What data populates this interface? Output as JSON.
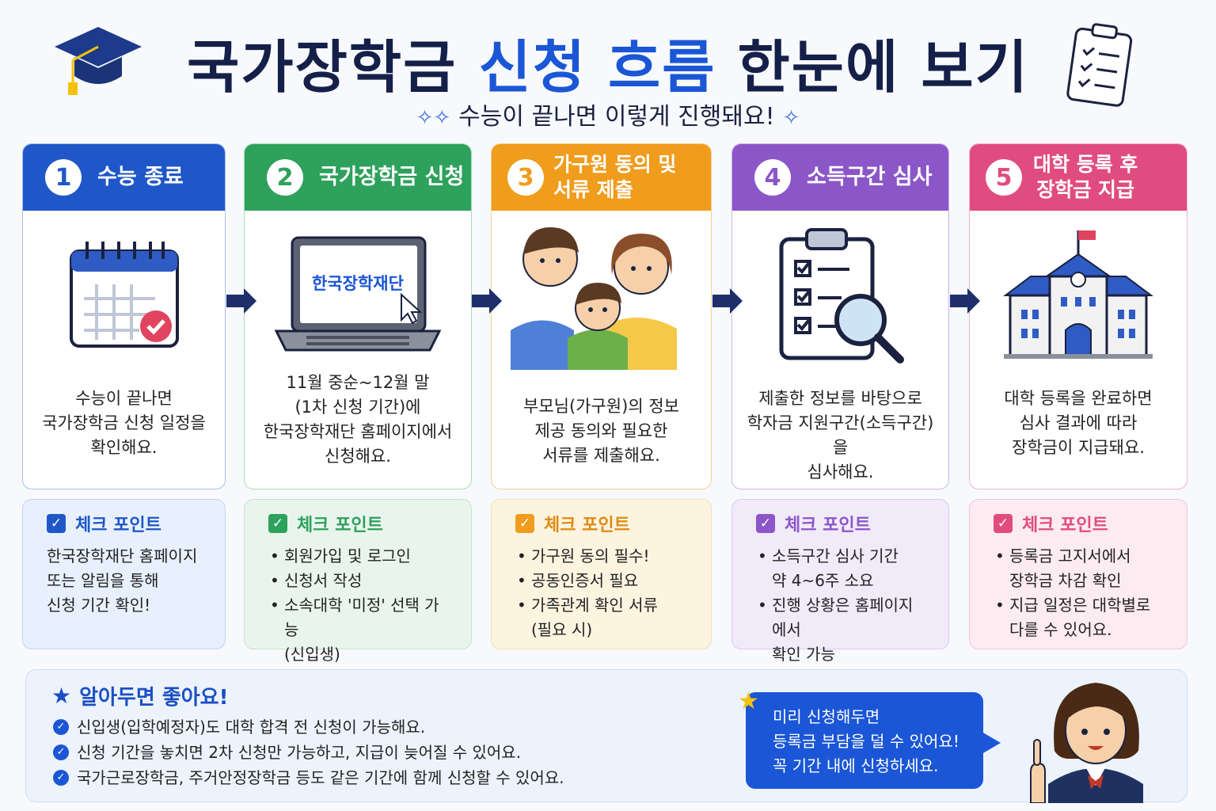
{
  "header": {
    "title_a": "국가장학금 ",
    "title_b": "신청 흐름",
    "title_c": " 한눈에 보기",
    "subtitle": "수능이 끝나면 이렇게 진행돼요!"
  },
  "colors": {
    "step1": "#1f57c8",
    "step2": "#2ea15c",
    "step3": "#f09c1c",
    "step4": "#8b56c8",
    "step5": "#e04c80",
    "check1": "#e7f0fc",
    "check2": "#e9f5ec",
    "check3": "#fdf4e0",
    "check4": "#f1eaf9",
    "check5": "#fcebf1",
    "accent": "#1a56d6"
  },
  "steps": [
    {
      "num": "1",
      "title": "수능 종료",
      "desc": "수능이 끝나면\n국가장학금 신청 일정을\n확인해요.",
      "icon": "calendar-icon"
    },
    {
      "num": "2",
      "title": "국가장학금 신청",
      "desc": "11월 중순~12월 말\n(1차 신청 기간)에\n한국장학재단 홈페이지에서\n신청해요.",
      "icon": "laptop-icon",
      "screen_text": "한국장학재단"
    },
    {
      "num": "3",
      "title": "가구원 동의 및\n서류 제출",
      "desc": "부모님(가구원)의 정보\n제공 동의와 필요한\n서류를 제출해요.",
      "icon": "family-icon"
    },
    {
      "num": "4",
      "title": "소득구간 심사",
      "desc": "제출한 정보를 바탕으로\n학자금 지원구간(소득구간)을\n심사해요.",
      "icon": "clipboard-magnifier-icon"
    },
    {
      "num": "5",
      "title": "대학 등록 후\n장학금 지급",
      "desc": "대학 등록을 완료하면\n심사 결과에 따라\n장학금이 지급돼요.",
      "icon": "school-building-icon"
    }
  ],
  "checkpoints": [
    {
      "title": "체크 포인트",
      "items": [
        "한국장학재단 홈페이지\n또는 알림을 통해\n신청 기간 확인!"
      ],
      "bullets": false
    },
    {
      "title": "체크 포인트",
      "items": [
        "회원가입 및 로그인",
        "신청서 작성",
        "소속대학 '미정' 선택 가능\n(신입생)"
      ],
      "bullets": true
    },
    {
      "title": "체크 포인트",
      "items": [
        "가구원 동의 필수!",
        "공동인증서 필요",
        "가족관계 확인 서류\n(필요 시)"
      ],
      "bullets": true
    },
    {
      "title": "체크 포인트",
      "items": [
        "소득구간 심사 기간\n약 4~6주 소요",
        "진행 상황은 홈페이지에서\n확인 가능"
      ],
      "bullets": true
    },
    {
      "title": "체크 포인트",
      "items": [
        "등록금 고지서에서\n장학금 차감 확인",
        "지급 일정은 대학별로\n다를 수 있어요."
      ],
      "bullets": true
    }
  ],
  "tips": {
    "title": "알아두면 좋아요!",
    "items": [
      "신입생(입학예정자)도 대학 합격 전 신청이 가능해요.",
      "신청 기간을 놓치면 2차 신청만 가능하고, 지급이 늦어질 수 있어요.",
      "국가근로장학금, 주거안정장학금 등도 같은 기간에 함께 신청할 수 있어요."
    ]
  },
  "bubble": {
    "lines": [
      "미리 신청해두면",
      "등록금 부담을 덜 수 있어요!",
      "꼭 기간 내에 신청하세요."
    ]
  }
}
